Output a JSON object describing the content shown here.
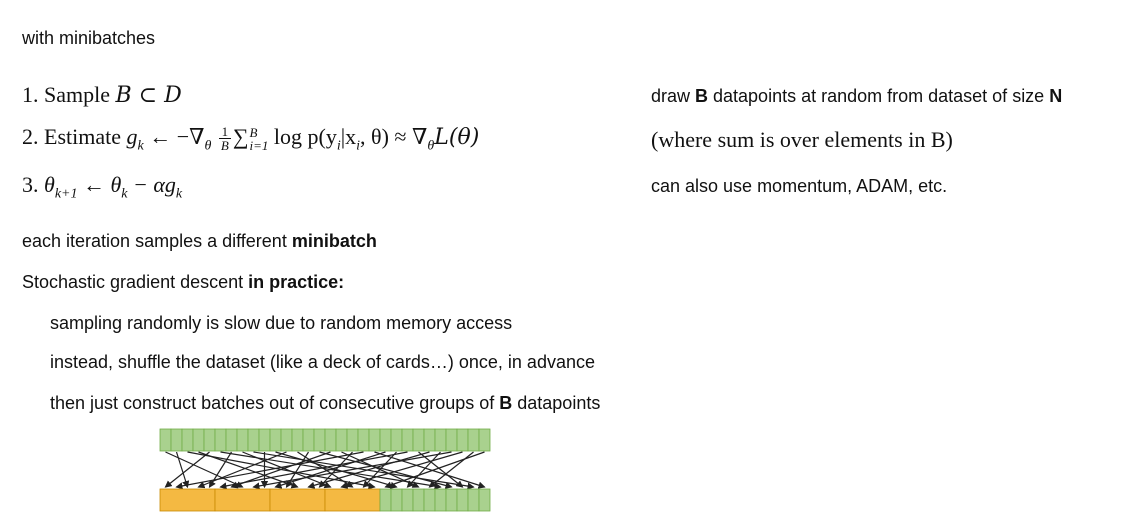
{
  "heading": "with minibatches",
  "steps": [
    {
      "number": "1.",
      "word": "Sample",
      "math": "B ⊂ D",
      "note_parts": [
        "draw ",
        "B",
        " datapoints at random from dataset of size ",
        "N"
      ]
    },
    {
      "number": "2.",
      "word": "Estimate",
      "math_lhs": "g",
      "math_lhs_sub": "k",
      "arrow": "←",
      "minus_grad": "−∇",
      "grad_sub": "θ",
      "frac_num": "1",
      "frac_den": "B",
      "sum_sym": "∑",
      "sum_sup": "B",
      "sum_sub": "i=1",
      "log_expr": "log p(y",
      "log_expr_sub": "i",
      "log_mid": "|x",
      "log_mid_sub": "i",
      "log_tail": ", θ) ≈ ∇",
      "grad2_sub": "θ",
      "loss": "L(θ)",
      "note": "(where sum is over elements in B)"
    },
    {
      "number": "3.",
      "theta": "θ",
      "theta_sub": "k+1",
      "arrow": "←",
      "theta2": "θ",
      "theta2_sub": "k",
      "tail": "− αg",
      "tail_sub": "k",
      "note": "can also use momentum, ADAM, etc."
    }
  ],
  "line_iter_parts": [
    "each iteration samples a different ",
    "minibatch"
  ],
  "line_sgd_parts": [
    "Stochastic gradient descent ",
    "in practice:"
  ],
  "bullets": [
    "sampling randomly is slow due to random memory access",
    "instead, shuffle the dataset (like a deck of cards…) once, in advance"
  ],
  "bullet3_parts": [
    "then just construct batches out of consecutive groups of ",
    "B",
    " datapoints"
  ],
  "diagram": {
    "top_cells": 30,
    "batch_cells": 4,
    "tail_cells": 10,
    "colors": {
      "green": "#a9d18e",
      "green_border": "#70ad47",
      "orange": "#f4b942",
      "orange_border": "#c98a00",
      "line": "#222222"
    }
  }
}
